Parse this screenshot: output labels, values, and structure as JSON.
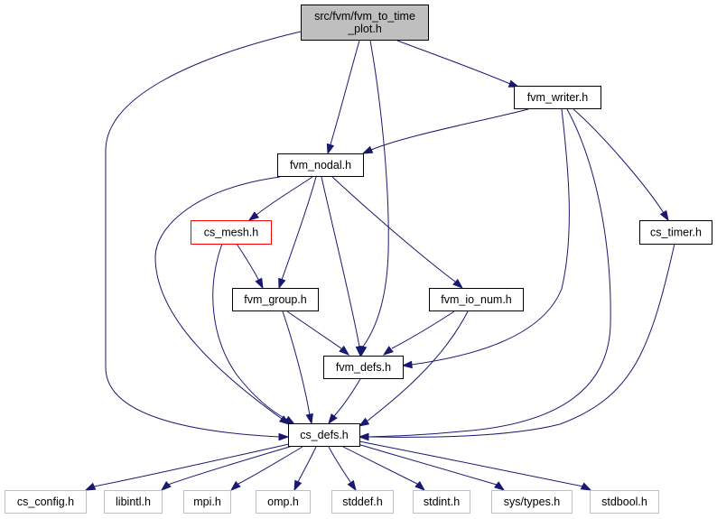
{
  "graph": {
    "title": "",
    "colors": {
      "edge": "#191970",
      "root_fill": "#bfbfbf",
      "normal_border": "#000000",
      "missing_border": "#ff0000",
      "system_border": "#bfbfbf",
      "system_text": "#000000"
    },
    "nodes": [
      {
        "id": "root",
        "lines": [
          "src/fvm/fvm_to_time",
          "_plot.h"
        ],
        "style": "root"
      },
      {
        "id": "fvm_writer",
        "lines": [
          "fvm_writer.h"
        ],
        "style": "normal"
      },
      {
        "id": "fvm_nodal",
        "lines": [
          "fvm_nodal.h"
        ],
        "style": "normal"
      },
      {
        "id": "cs_mesh",
        "lines": [
          "cs_mesh.h"
        ],
        "style": "missing"
      },
      {
        "id": "cs_timer",
        "lines": [
          "cs_timer.h"
        ],
        "style": "normal"
      },
      {
        "id": "fvm_group",
        "lines": [
          "fvm_group.h"
        ],
        "style": "normal"
      },
      {
        "id": "fvm_io_num",
        "lines": [
          "fvm_io_num.h"
        ],
        "style": "normal"
      },
      {
        "id": "fvm_defs",
        "lines": [
          "fvm_defs.h"
        ],
        "style": "normal"
      },
      {
        "id": "cs_defs",
        "lines": [
          "cs_defs.h"
        ],
        "style": "normal"
      },
      {
        "id": "cs_config",
        "lines": [
          "cs_config.h"
        ],
        "style": "system"
      },
      {
        "id": "libintl",
        "lines": [
          "libintl.h"
        ],
        "style": "system"
      },
      {
        "id": "mpi",
        "lines": [
          "mpi.h"
        ],
        "style": "system"
      },
      {
        "id": "omp",
        "lines": [
          "omp.h"
        ],
        "style": "system"
      },
      {
        "id": "stddef",
        "lines": [
          "stddef.h"
        ],
        "style": "system"
      },
      {
        "id": "stdint",
        "lines": [
          "stdint.h"
        ],
        "style": "system"
      },
      {
        "id": "sys_types",
        "lines": [
          "sys/types.h"
        ],
        "style": "system"
      },
      {
        "id": "stdbool",
        "lines": [
          "stdbool.h"
        ],
        "style": "system"
      }
    ],
    "edges": [
      {
        "from": "root",
        "to": "cs_defs"
      },
      {
        "from": "root",
        "to": "fvm_nodal"
      },
      {
        "from": "root",
        "to": "fvm_defs"
      },
      {
        "from": "root",
        "to": "fvm_writer"
      },
      {
        "from": "fvm_writer",
        "to": "fvm_nodal"
      },
      {
        "from": "fvm_writer",
        "to": "fvm_defs"
      },
      {
        "from": "fvm_writer",
        "to": "cs_defs"
      },
      {
        "from": "fvm_writer",
        "to": "cs_timer"
      },
      {
        "from": "fvm_nodal",
        "to": "cs_mesh"
      },
      {
        "from": "fvm_nodal",
        "to": "fvm_group"
      },
      {
        "from": "fvm_nodal",
        "to": "fvm_defs"
      },
      {
        "from": "fvm_nodal",
        "to": "fvm_io_num"
      },
      {
        "from": "fvm_nodal",
        "to": "cs_defs"
      },
      {
        "from": "cs_mesh",
        "to": "fvm_group"
      },
      {
        "from": "cs_mesh",
        "to": "cs_defs"
      },
      {
        "from": "fvm_group",
        "to": "fvm_defs"
      },
      {
        "from": "fvm_group",
        "to": "cs_defs"
      },
      {
        "from": "fvm_io_num",
        "to": "fvm_defs"
      },
      {
        "from": "fvm_io_num",
        "to": "cs_defs"
      },
      {
        "from": "cs_timer",
        "to": "cs_defs"
      },
      {
        "from": "fvm_defs",
        "to": "cs_defs"
      },
      {
        "from": "cs_defs",
        "to": "cs_config"
      },
      {
        "from": "cs_defs",
        "to": "libintl"
      },
      {
        "from": "cs_defs",
        "to": "mpi"
      },
      {
        "from": "cs_defs",
        "to": "omp"
      },
      {
        "from": "cs_defs",
        "to": "stddef"
      },
      {
        "from": "cs_defs",
        "to": "stdint"
      },
      {
        "from": "cs_defs",
        "to": "sys_types"
      },
      {
        "from": "cs_defs",
        "to": "stdbool"
      }
    ]
  }
}
